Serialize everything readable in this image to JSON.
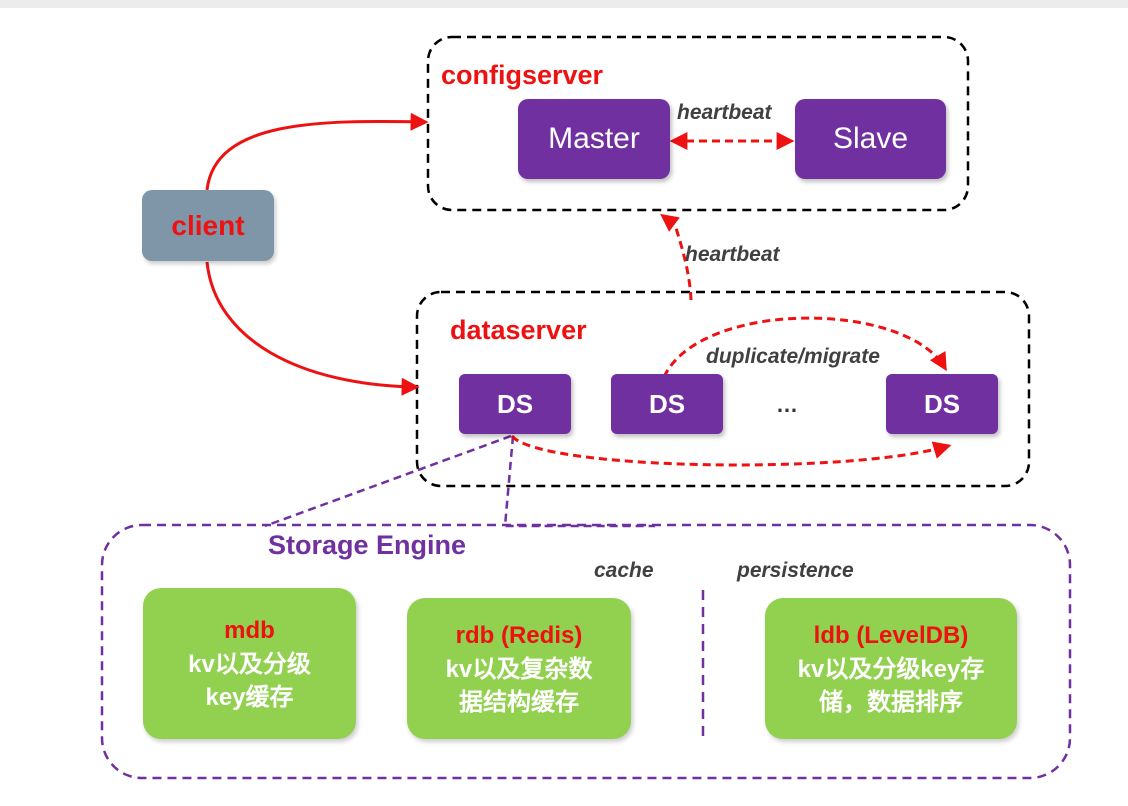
{
  "configserver": {
    "title": "configserver",
    "master": "Master",
    "slave": "Slave",
    "heartbeat_label": "heartbeat"
  },
  "client": {
    "label": "client"
  },
  "heartbeat_label": "heartbeat",
  "dataserver": {
    "title": "dataserver",
    "ds_labels": [
      "DS",
      "DS",
      "DS"
    ],
    "ellipsis": "…",
    "duplicate_label": "duplicate/migrate"
  },
  "storage_engine": {
    "title": "Storage Engine",
    "cache_label": "cache",
    "persistence_label": "persistence",
    "engines": [
      {
        "name": "mdb",
        "desc_line1": "kv以及分级",
        "desc_line2": "key缓存"
      },
      {
        "name": "rdb (Redis)",
        "desc_line1": "kv以及复杂数",
        "desc_line2": "据结构缓存"
      },
      {
        "name": "ldb (LevelDB)",
        "desc_line1": "kv以及分级key存",
        "desc_line2": "储，数据排序"
      }
    ]
  },
  "colors": {
    "red": "#ee1111",
    "purple": "#7030a0",
    "green": "#92d050",
    "client": "#7f96a8"
  }
}
